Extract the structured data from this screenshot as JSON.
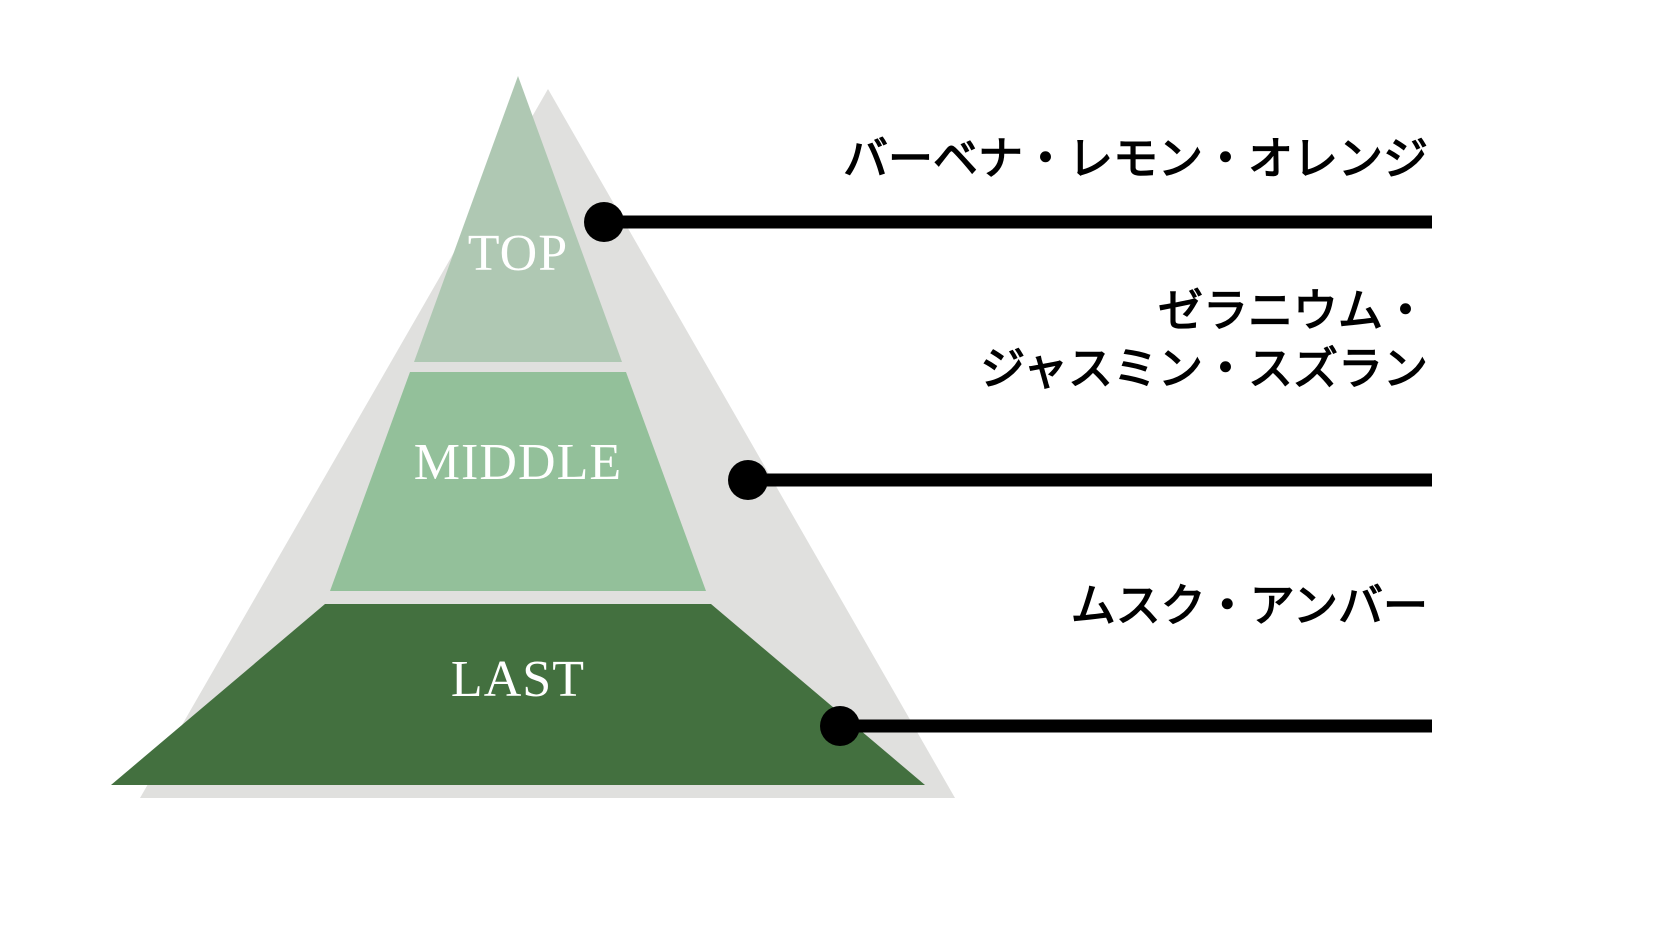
{
  "chart_data": {
    "type": "pyramid",
    "title": "",
    "orientation": "apex-up",
    "legend_position": "right",
    "grid": false,
    "colors": {
      "top_band": "#AFC8B3",
      "middle_band": "#93C09A",
      "last_band": "#43703F",
      "shadow": "#E0E0DE",
      "connector": "#000000",
      "band_label_text": "#FFFFFF",
      "note_text": "#000000",
      "background": "#FFFFFF"
    },
    "levels": [
      {
        "id": "top",
        "band_label": "TOP",
        "note_lines": [
          "バーベナ・レモン・オレンジ"
        ],
        "note_text": "バーベナ・レモン・オレンジ",
        "color": "#AFC8B3",
        "order": 1
      },
      {
        "id": "middle",
        "band_label": "MIDDLE",
        "note_lines": [
          "ゼラニウム・",
          "ジャスミン・スズラン"
        ],
        "note_text": "ゼラニウム・ジャスミン・スズラン",
        "color": "#93C09A",
        "order": 2
      },
      {
        "id": "last",
        "band_label": "LAST",
        "note_lines": [
          "ムスク・アンバー"
        ],
        "note_text": "ムスク・アンバー",
        "color": "#43703F",
        "order": 3
      }
    ]
  },
  "pyramid": {
    "bands": {
      "top": {
        "label": "TOP"
      },
      "middle": {
        "label": "MIDDLE"
      },
      "last": {
        "label": "LAST"
      }
    }
  },
  "notes": {
    "top": {
      "line1": "バーベナ・レモン・オレンジ"
    },
    "middle": {
      "line1": "ゼラニウム・",
      "line2": "ジャスミン・スズラン"
    },
    "last": {
      "line1": "ムスク・アンバー"
    }
  }
}
